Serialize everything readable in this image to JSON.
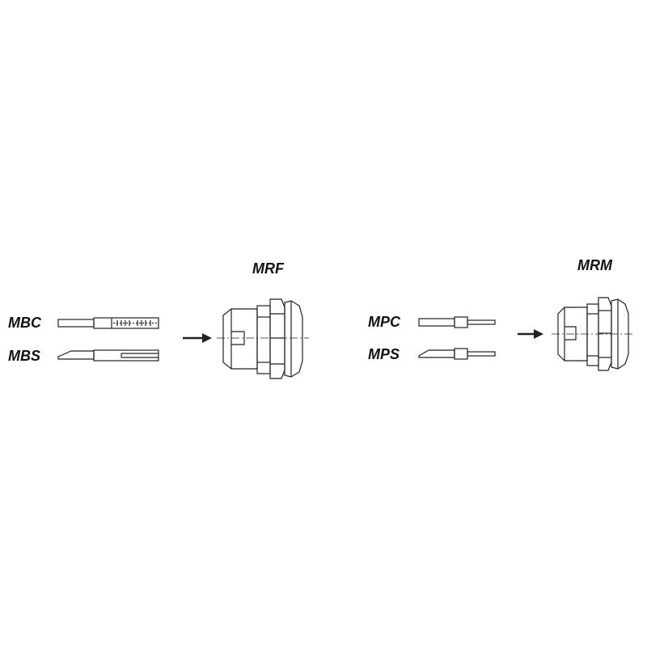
{
  "groups": [
    {
      "connector_label": "MRF",
      "contacts": [
        {
          "label": "MBC"
        },
        {
          "label": "MBS"
        }
      ]
    },
    {
      "connector_label": "MRM",
      "contacts": [
        {
          "label": "MPC"
        },
        {
          "label": "MPS"
        }
      ]
    }
  ],
  "colors": {
    "line": "#222222",
    "background": "#ffffff"
  }
}
